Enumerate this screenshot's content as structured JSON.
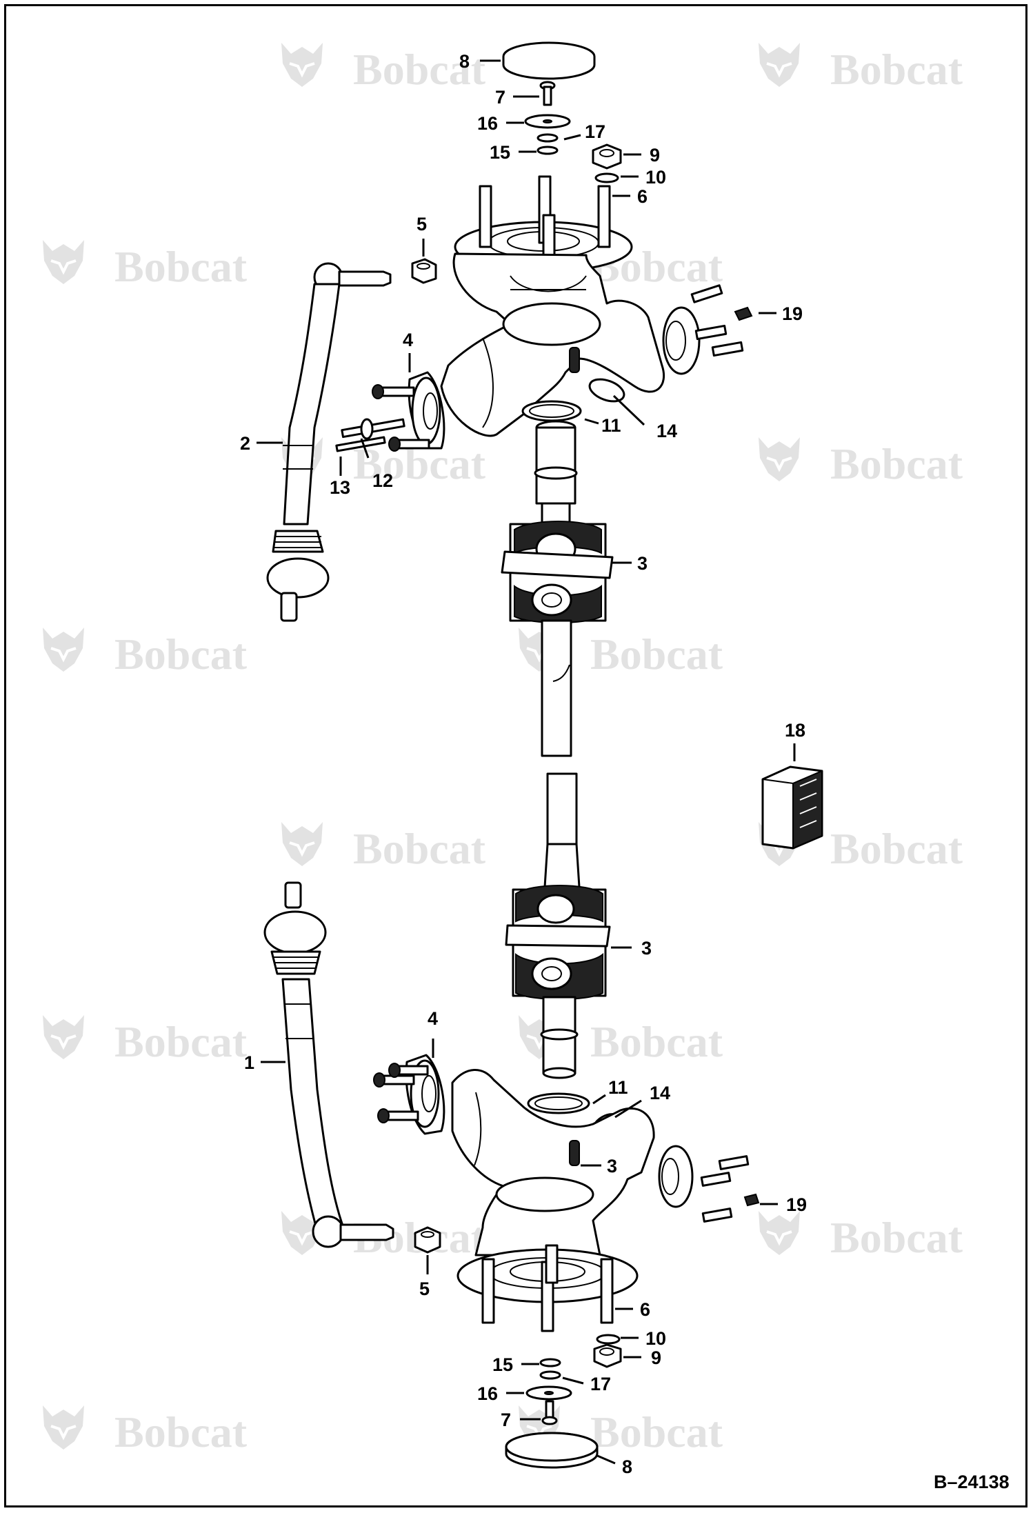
{
  "watermark": {
    "text": "Bobcat",
    "logo_icon": "bobcat-head-logo-icon",
    "color": "#e2e2e2",
    "positions_note": "repeated brand watermark"
  },
  "figure_number": "B–24138",
  "callouts_upper": {
    "c8": "8",
    "c7": "7",
    "c16": "16",
    "c17": "17",
    "c15": "15",
    "c9": "9",
    "c10": "10",
    "c6": "6",
    "c5": "5",
    "c19": "19",
    "c4": "4",
    "c11": "11",
    "c14": "14",
    "c2": "2",
    "c13": "13",
    "c12": "12",
    "c3": "3"
  },
  "callouts_middle": {
    "c18": "18"
  },
  "callouts_lower": {
    "c3": "3",
    "c4": "4",
    "c11": "11",
    "c14": "14",
    "c1": "1",
    "c3b": "3",
    "c19": "19",
    "c5": "5",
    "c6": "6",
    "c10": "10",
    "c9": "9",
    "c15": "15",
    "c17": "17",
    "c16": "16",
    "c7": "7",
    "c8": "8"
  },
  "colors": {
    "ink": "#000000",
    "paper": "#ffffff",
    "watermark": "#e2e2e2"
  }
}
